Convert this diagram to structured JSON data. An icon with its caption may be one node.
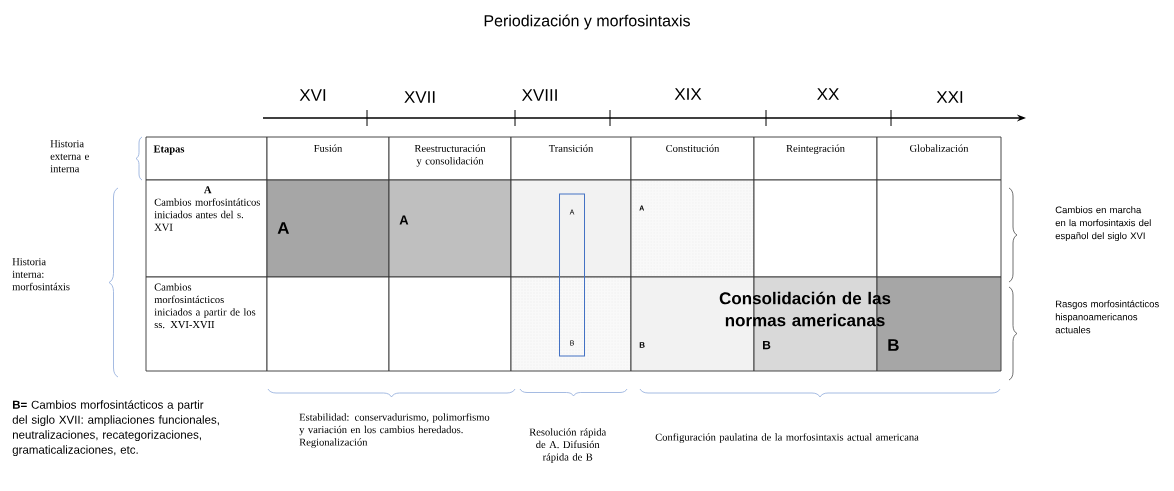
{
  "diagram": {
    "title": "Periodización y morfosintaxis",
    "nodes": [
      {
        "text": [
          "Etapas"
        ]
      },
      {
        "text": [
          "Fusión"
        ]
      },
      {
        "text": [
          "Reestructuración y consolidación"
        ]
      },
      {
        "text": [
          "Transición"
        ]
      },
      {
        "text": [
          "Constitución"
        ]
      },
      {
        "text": [
          "Reintegración"
        ]
      },
      {
        "text": [
          "Globalización"
        ]
      },
      {
        "text": [
          "A",
          "Cambios morfosintáticos iniciados antes del s. XVI"
        ]
      },
      {
        "text": [
          "A"
        ]
      },
      {
        "text": [
          "A"
        ]
      },
      {
        "text": [],
        "shape": "box"
      },
      {
        "text": [
          "A"
        ]
      },
      {
        "text": [],
        "shape": "box"
      },
      {
        "text": [],
        "shape": "box"
      },
      {
        "text": [
          "Cambios morfosintácticos iniciados a partir de los ss. XVI-XVII"
        ]
      },
      {
        "text": [],
        "shape": "box"
      },
      {
        "text": [],
        "shape": "box"
      },
      {
        "text": [],
        "shape": "box"
      },
      {
        "text": [
          "B"
        ]
      },
      {
        "text": [
          "B"
        ]
      },
      {
        "text": [
          "B"
        ]
      },
      {
        "text": [
          "A",
          "B"
        ]
      }
    ],
    "labels": [
      "XVI",
      "XVII",
      "XVIII",
      "XIX",
      "XX",
      "XXI",
      "Historia externa e interna",
      "Historia interna: morfosintáxis",
      "Consolidación de las normas americanas",
      "Cambios en marcha en la morfosintaxis del español del siglo XVI",
      "Rasgos morfosintácticos hispanoamericanos actuales",
      "**B=** Cambios morfosintácticos a partir del siglo XVII: ampliaciones funcionales, neutralizaciones, recategorizaciones, gramaticalizaciones, etc.",
      "Estabilidad: conservadurismo, polimorfismo y variación en los cambios heredados. Regionalización",
      "Resolución rápida de A. Difusión rápida de B",
      "Configuración paulatina de la morfosintaxis actual americana"
    ]
  }
}
